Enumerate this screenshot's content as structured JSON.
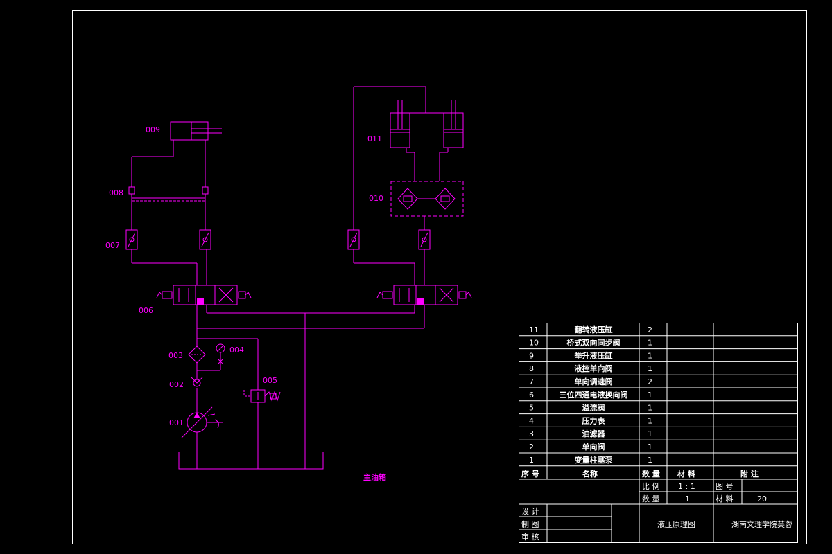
{
  "colors": {
    "background": "#000000",
    "lines": "#ff00ff",
    "table": "#ffffff"
  },
  "labels": {
    "c001": "001",
    "c002": "002",
    "c003": "003",
    "c004": "004",
    "c005": "005",
    "c006": "006",
    "c007": "007",
    "c008": "008",
    "c009": "009",
    "c010": "010",
    "c011": "011",
    "tank": "主油箱"
  },
  "parts": [
    {
      "no": "11",
      "name": "翻转液压缸",
      "qty": "2"
    },
    {
      "no": "10",
      "name": "桥式双向同步阀",
      "qty": "1"
    },
    {
      "no": "9",
      "name": "举升液压缸",
      "qty": "1"
    },
    {
      "no": "8",
      "name": "液控单向阀",
      "qty": "1"
    },
    {
      "no": "7",
      "name": "单向调速阀",
      "qty": "2"
    },
    {
      "no": "6",
      "name": "三位四通电液换向阀",
      "qty": "1"
    },
    {
      "no": "5",
      "name": "溢流阀",
      "qty": "1"
    },
    {
      "no": "4",
      "name": "压力表",
      "qty": "1"
    },
    {
      "no": "3",
      "name": "油滤器",
      "qty": "1"
    },
    {
      "no": "2",
      "name": "单向阀",
      "qty": "1"
    },
    {
      "no": "1",
      "name": "变量柱塞泵",
      "qty": "1"
    }
  ],
  "header": {
    "no": "序 号",
    "name": "名称",
    "qty": "数 量",
    "material": "材 料",
    "note": "附 注"
  },
  "titleblock": {
    "scale_label": "比 例",
    "scale_value": "1 : 1",
    "drawing_no_label": "图 号",
    "count_label": "数 量",
    "count_value": "1",
    "material_label": "材 料",
    "material_value": "20",
    "design": "设 计",
    "draw": "制 图",
    "review": "审 核",
    "title": "液压原理图",
    "school": "湖南文理学院芙蓉"
  }
}
